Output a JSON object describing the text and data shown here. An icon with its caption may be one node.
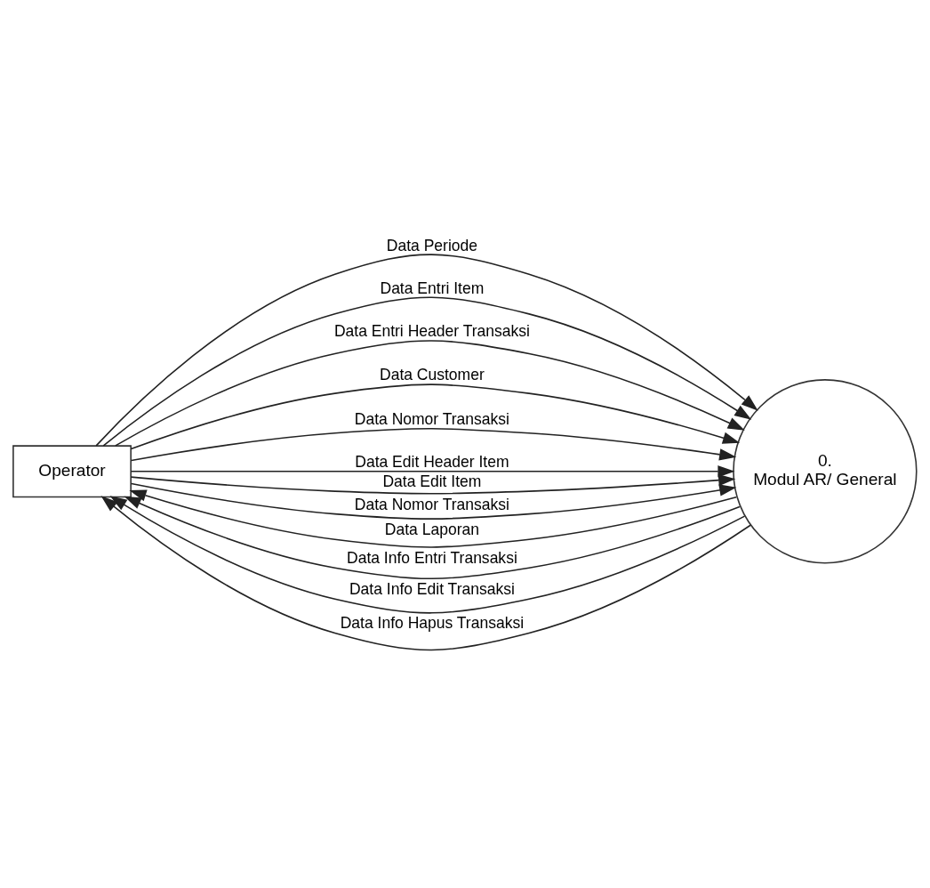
{
  "diagram": {
    "nodes": [
      {
        "text": [
          "Operator"
        ]
      },
      {
        "text": [
          "0.",
          "Modul AR/ General"
        ]
      }
    ],
    "edges": [
      {
        "from": 0,
        "to": 1,
        "arrow": "to",
        "label": "Data Periode"
      },
      {
        "from": 0,
        "to": 1,
        "arrow": "to",
        "label": "Data Entri Item"
      },
      {
        "from": 0,
        "to": 1,
        "arrow": "to",
        "label": "Data Entri Header Transaksi"
      },
      {
        "from": 0,
        "to": 1,
        "arrow": "to",
        "label": "Data Customer"
      },
      {
        "from": 0,
        "to": 1,
        "arrow": "to",
        "label": "Data Nomor Transaksi"
      },
      {
        "from": 0,
        "to": 1,
        "arrow": "to",
        "label": "Data Edit Header Item"
      },
      {
        "from": 0,
        "to": 1,
        "arrow": "to",
        "label": "Data Edit Item"
      },
      {
        "from": 0,
        "to": 1,
        "arrow": "to",
        "label": "Data Nomor Transaksi"
      },
      {
        "from": 1,
        "to": 0,
        "arrow": "to",
        "label": "Data Laporan"
      },
      {
        "from": 1,
        "to": 0,
        "arrow": "to",
        "label": "Data Info Entri Transaksi"
      },
      {
        "from": 1,
        "to": 0,
        "arrow": "to",
        "label": "Data Info Edit Transaksi"
      },
      {
        "from": 1,
        "to": 0,
        "arrow": "to",
        "label": "Data Info Hapus Transaksi"
      }
    ]
  }
}
